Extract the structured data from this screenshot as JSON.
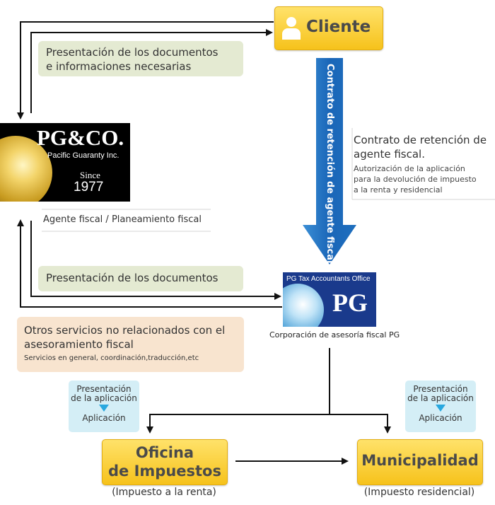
{
  "cliente": {
    "label": "Cliente"
  },
  "pgco": {
    "name": "PG&CO.",
    "subtitle": "Pacific Guaranty Inc.",
    "since_label": "Since",
    "since_year": "1977",
    "caption": "Agente fiscal / Planeamiento fiscal"
  },
  "msg_docs_info": {
    "line1": "Presentación de los documentos",
    "line2": "e informaciones necesarias"
  },
  "msg_docs": {
    "text": "Presentación de los documentos"
  },
  "contract_arrow": {
    "text": "Contrato de retención de agente fiscal."
  },
  "contract_note": {
    "title": "Contrato de retención de agente fiscal.",
    "line1": "Autorización de la aplicación",
    "line2": "para la devolución de impuesto",
    "line3": "a la renta y residencial"
  },
  "pg_office": {
    "header": "PG Tax Accountants Office",
    "logo": "PG",
    "caption": "Corporación de asesoría fiscal PG"
  },
  "other_services": {
    "title": "Otros servicios no relacionados con el asesoramiento fiscal",
    "detail": "Servicios en general, coordinación,traducción,etc"
  },
  "app_left": {
    "line1": "Presentación",
    "line2": "de la aplicación",
    "line3": "Aplicación"
  },
  "app_right": {
    "line1": "Presentación",
    "line2": "de la aplicación",
    "line3": "Aplicación"
  },
  "oficina": {
    "line1": "Oficina",
    "line2": "de Impuestos",
    "sub": "(Impuesto a la renta)"
  },
  "municipalidad": {
    "label": "Municipalidad",
    "sub": "(Impuesto residencial)"
  },
  "colors": {
    "yellow": "#f6c21b",
    "blue_arrow": "#1f6fbe",
    "green_box": "#e4ead2",
    "beige_box": "#f8e4cf",
    "light_blue_box": "#d4eef6"
  }
}
